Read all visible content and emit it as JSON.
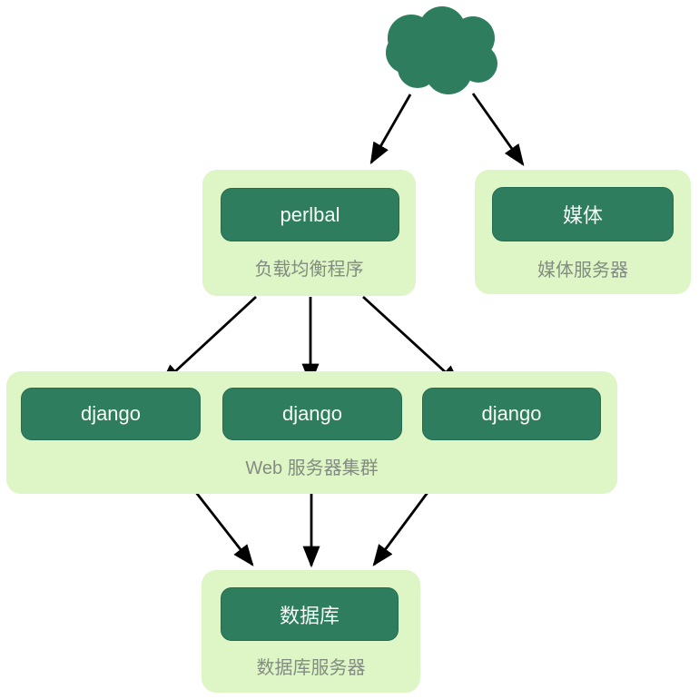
{
  "diagram": {
    "description": "Django deployment architecture diagram",
    "nodes": {
      "internet": {
        "icon": "cloud"
      },
      "load_balancer": {
        "box_label": "perlbal",
        "group_label": "负载均衡程序"
      },
      "media": {
        "box_label": "媒体",
        "group_label": "媒体服务器"
      },
      "web_cluster": {
        "box_labels": [
          "django",
          "django",
          "django"
        ],
        "group_label": "Web 服务器集群"
      },
      "database": {
        "box_label": "数据库",
        "group_label": "数据库服务器"
      }
    },
    "edges": [
      {
        "from": "internet",
        "to": "load_balancer"
      },
      {
        "from": "internet",
        "to": "media"
      },
      {
        "from": "load_balancer",
        "to": "django_1"
      },
      {
        "from": "load_balancer",
        "to": "django_2"
      },
      {
        "from": "load_balancer",
        "to": "django_3"
      },
      {
        "from": "django_1",
        "to": "database"
      },
      {
        "from": "django_2",
        "to": "database"
      },
      {
        "from": "django_3",
        "to": "database"
      }
    ],
    "colors": {
      "node_fill": "#2e7d5e",
      "group_fill": "#def6c6",
      "node_text": "#f7fcf8",
      "group_label_text": "#828c80",
      "arrow": "#000000",
      "background": "#ffffff"
    }
  }
}
